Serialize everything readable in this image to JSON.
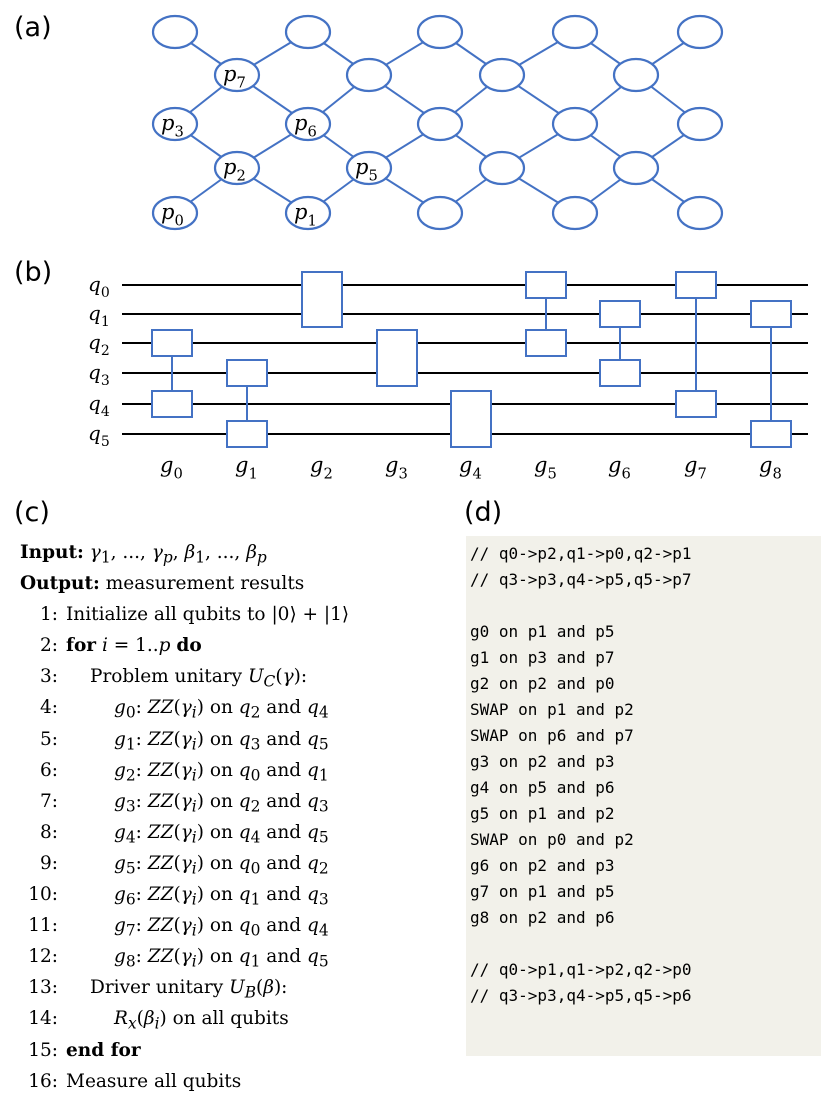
{
  "panels": {
    "a": "(a)",
    "b": "(b)",
    "c": "(c)",
    "d": "(d)"
  },
  "graph": {
    "colors": {
      "edge": "#4472c4"
    },
    "labeled_nodes": [
      {
        "base": "p",
        "sub": "7"
      },
      {
        "base": "p",
        "sub": "3"
      },
      {
        "base": "p",
        "sub": "6"
      },
      {
        "base": "p",
        "sub": "2"
      },
      {
        "base": "p",
        "sub": "5"
      },
      {
        "base": "p",
        "sub": "0"
      },
      {
        "base": "p",
        "sub": "1"
      }
    ]
  },
  "circuit": {
    "qubits": [
      "q0",
      "q1",
      "q2",
      "q3",
      "q4",
      "q5"
    ],
    "qubit_labels": [
      {
        "base": "q",
        "sub": "0"
      },
      {
        "base": "q",
        "sub": "1"
      },
      {
        "base": "q",
        "sub": "2"
      },
      {
        "base": "q",
        "sub": "3"
      },
      {
        "base": "q",
        "sub": "4"
      },
      {
        "base": "q",
        "sub": "5"
      }
    ],
    "gates": [
      {
        "base": "g",
        "sub": "0",
        "qubits": [
          2,
          4
        ]
      },
      {
        "base": "g",
        "sub": "1",
        "qubits": [
          3,
          5
        ]
      },
      {
        "base": "g",
        "sub": "2",
        "qubits": [
          0,
          1
        ]
      },
      {
        "base": "g",
        "sub": "3",
        "qubits": [
          2,
          3
        ]
      },
      {
        "base": "g",
        "sub": "4",
        "qubits": [
          4,
          5
        ]
      },
      {
        "base": "g",
        "sub": "5",
        "qubits": [
          0,
          2
        ]
      },
      {
        "base": "g",
        "sub": "6",
        "qubits": [
          1,
          3
        ]
      },
      {
        "base": "g",
        "sub": "7",
        "qubits": [
          0,
          4
        ]
      },
      {
        "base": "g",
        "sub": "8",
        "qubits": [
          1,
          5
        ]
      }
    ]
  },
  "algorithm": {
    "input_label": "Input:",
    "input_value": "γ1, ..., γp, β1, ..., βp",
    "output_label": "Output:",
    "output_value": "measurement results",
    "lines": [
      {
        "num": "1:",
        "text": "Initialize all qubits to |0⟩ + |1⟩"
      },
      {
        "num": "2:",
        "text": "for i = 1..p do"
      },
      {
        "num": "3:",
        "text": "Problem unitary UC(γ):"
      },
      {
        "num": "4:",
        "text": "g0: ZZ(γi) on q2 and q4"
      },
      {
        "num": "5:",
        "text": "g1: ZZ(γi) on q3 and q5"
      },
      {
        "num": "6:",
        "text": "g2: ZZ(γi) on q0 and q1"
      },
      {
        "num": "7:",
        "text": "g3: ZZ(γi) on q2 and q3"
      },
      {
        "num": "8:",
        "text": "g4: ZZ(γi) on q4 and q5"
      },
      {
        "num": "9:",
        "text": "g5: ZZ(γi) on q0 and q2"
      },
      {
        "num": "10:",
        "text": "g6: ZZ(γi) on q1 and q3"
      },
      {
        "num": "11:",
        "text": "g7: ZZ(γi) on q0 and q4"
      },
      {
        "num": "12:",
        "text": "g8: ZZ(γi) on q1 and q5"
      },
      {
        "num": "13:",
        "text": "Driver unitary UB(β):"
      },
      {
        "num": "14:",
        "text": "Rx(βi) on all qubits"
      },
      {
        "num": "15:",
        "text": "end for"
      },
      {
        "num": "16:",
        "text": "Measure all qubits"
      }
    ]
  },
  "code": {
    "lines": [
      "// q0->p2,q1->p0,q2->p1",
      "// q3->p3,q4->p5,q5->p7",
      "",
      "g0 on p1 and p5",
      "g1 on p3 and p7",
      "g2 on p2 and p0",
      "SWAP on p1 and p2",
      "SWAP on p6 and p7",
      "g3 on p2 and p3",
      "g4 on p5 and p6",
      "g5 on p1 and p2",
      "SWAP on p0 and p2",
      "g6 on p2 and p3",
      "g7 on p1 and p5",
      "g8 on p2 and p6",
      "",
      "// q0->p1,q1->p2,q2->p0",
      "// q3->p3,q4->p5,q5->p6"
    ]
  }
}
